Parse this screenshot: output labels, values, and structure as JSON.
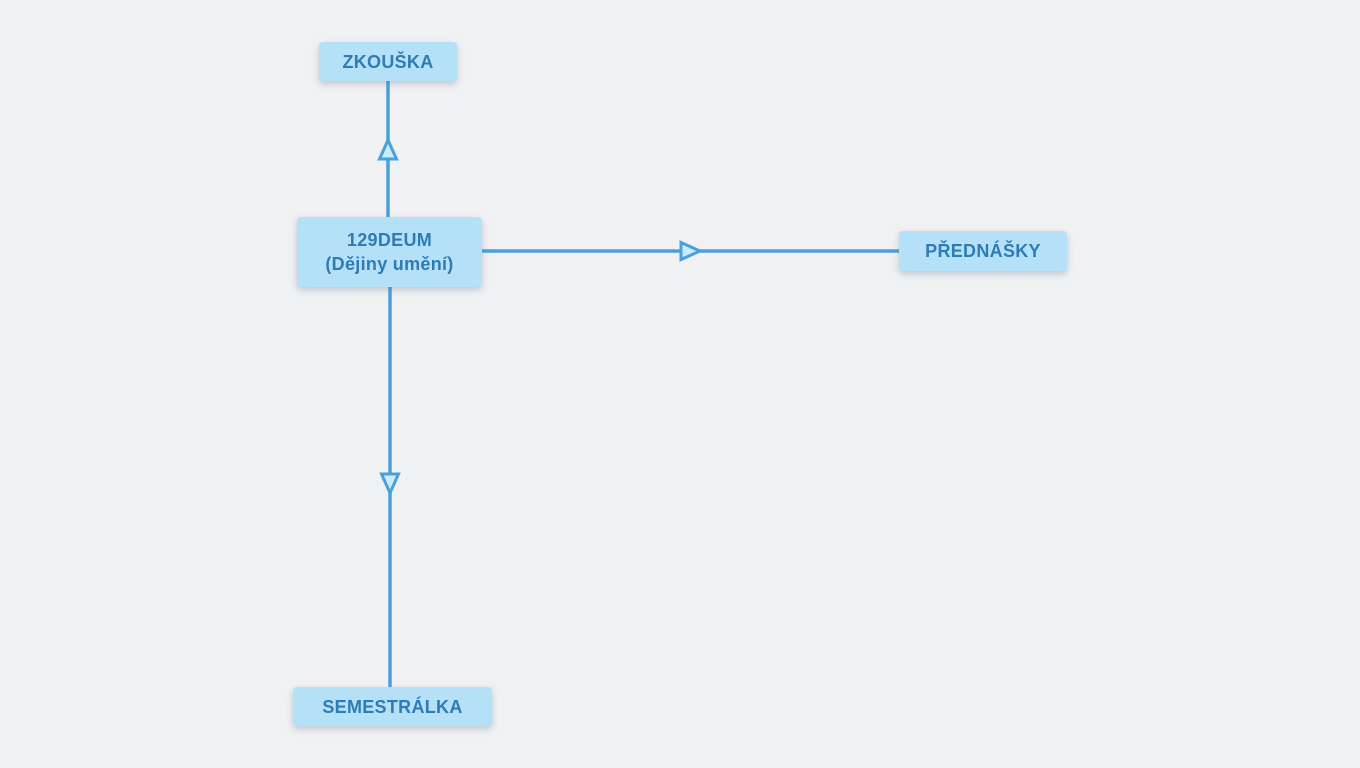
{
  "diagram": {
    "background_color": "#f0f1f3",
    "node_fill_color": "#b4e1f8",
    "node_text_color": "#2d7cb5",
    "edge_color": "#4aa0d8",
    "arrowhead_fill_color": "#c9ecfb",
    "nodes": {
      "zkouska": {
        "label": "ZKOUŠKA"
      },
      "deum": {
        "label": "129DEUM\n(Dějiny umění)"
      },
      "prednasky": {
        "label": "PŘEDNÁŠKY"
      },
      "semestralka": {
        "label": "SEMESTRÁLKA"
      }
    },
    "edges": [
      {
        "from": "129DEUM (Dějiny umění)",
        "to": "ZKOUŠKA",
        "direction": "up",
        "arrowhead": "hollow-triangle"
      },
      {
        "from": "129DEUM (Dějiny umění)",
        "to": "PŘEDNÁŠKY",
        "direction": "right",
        "arrowhead": "hollow-triangle"
      },
      {
        "from": "129DEUM (Dějiny umění)",
        "to": "SEMESTRÁLKA",
        "direction": "down",
        "arrowhead": "hollow-triangle"
      }
    ]
  }
}
